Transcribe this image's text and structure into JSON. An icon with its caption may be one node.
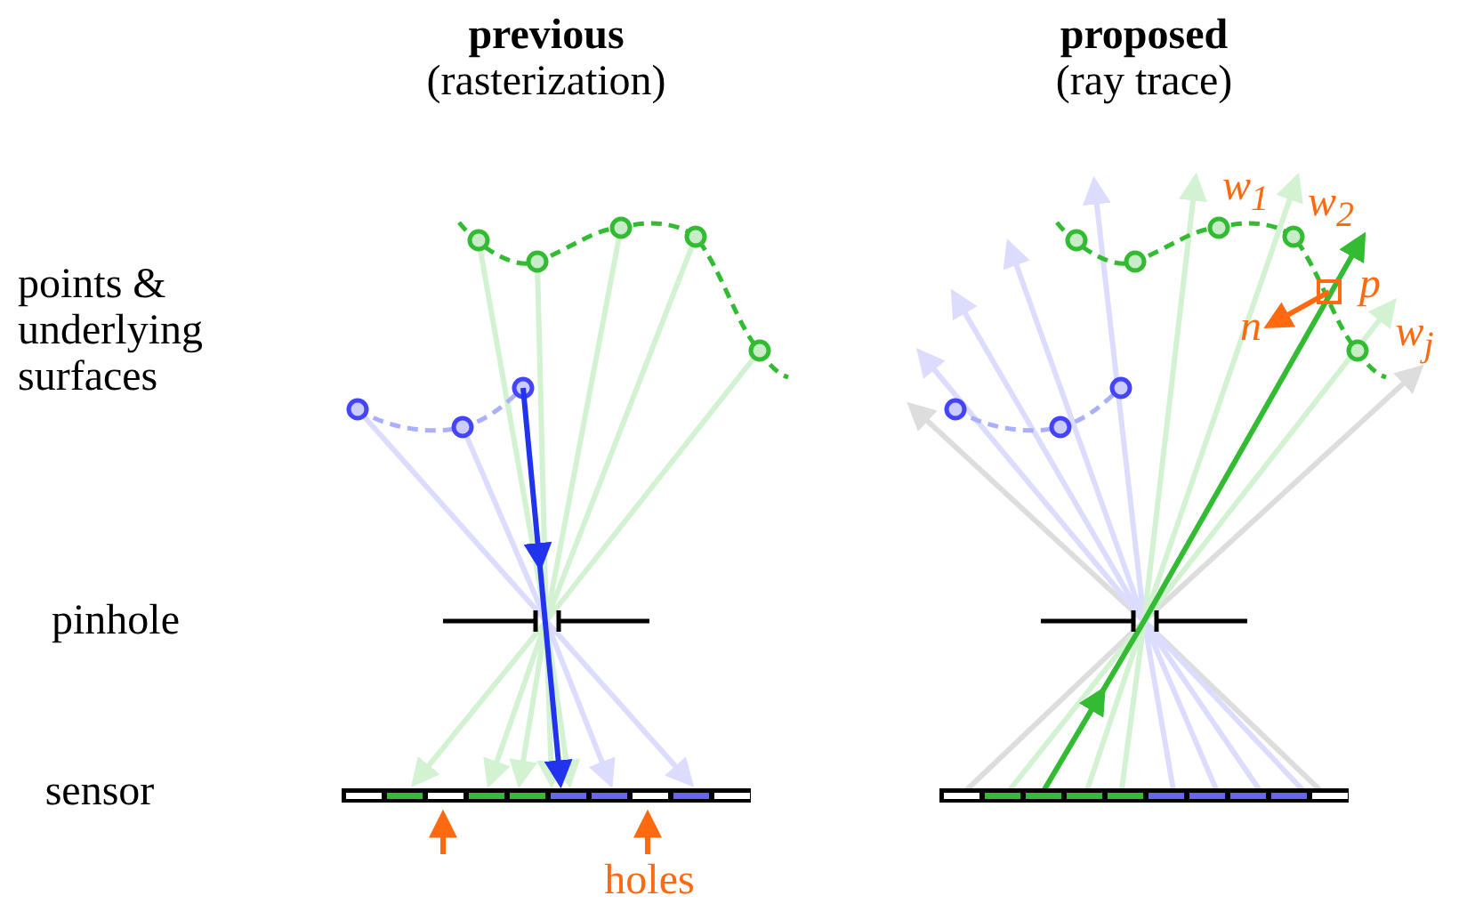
{
  "diagram": {
    "labels": [
      "previous",
      "proposed",
      "(rasterization)",
      "(ray trace)",
      "w$_{1}$",
      "w$_{2}$",
      "p",
      "points & underlying surfaces",
      "n",
      "w$_{j}$",
      "pinhole",
      "sensor",
      "holes"
    ]
  }
}
